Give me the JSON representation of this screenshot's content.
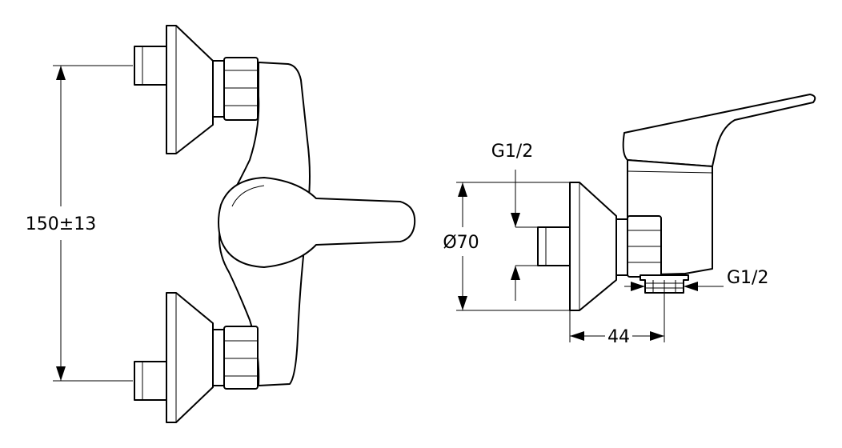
{
  "dimensions": {
    "center_distance": "150±13",
    "inlet_thread": "G1/2",
    "rosette_diameter": "Ø70",
    "outlet_thread": "G1/2",
    "projection_depth": "44"
  }
}
